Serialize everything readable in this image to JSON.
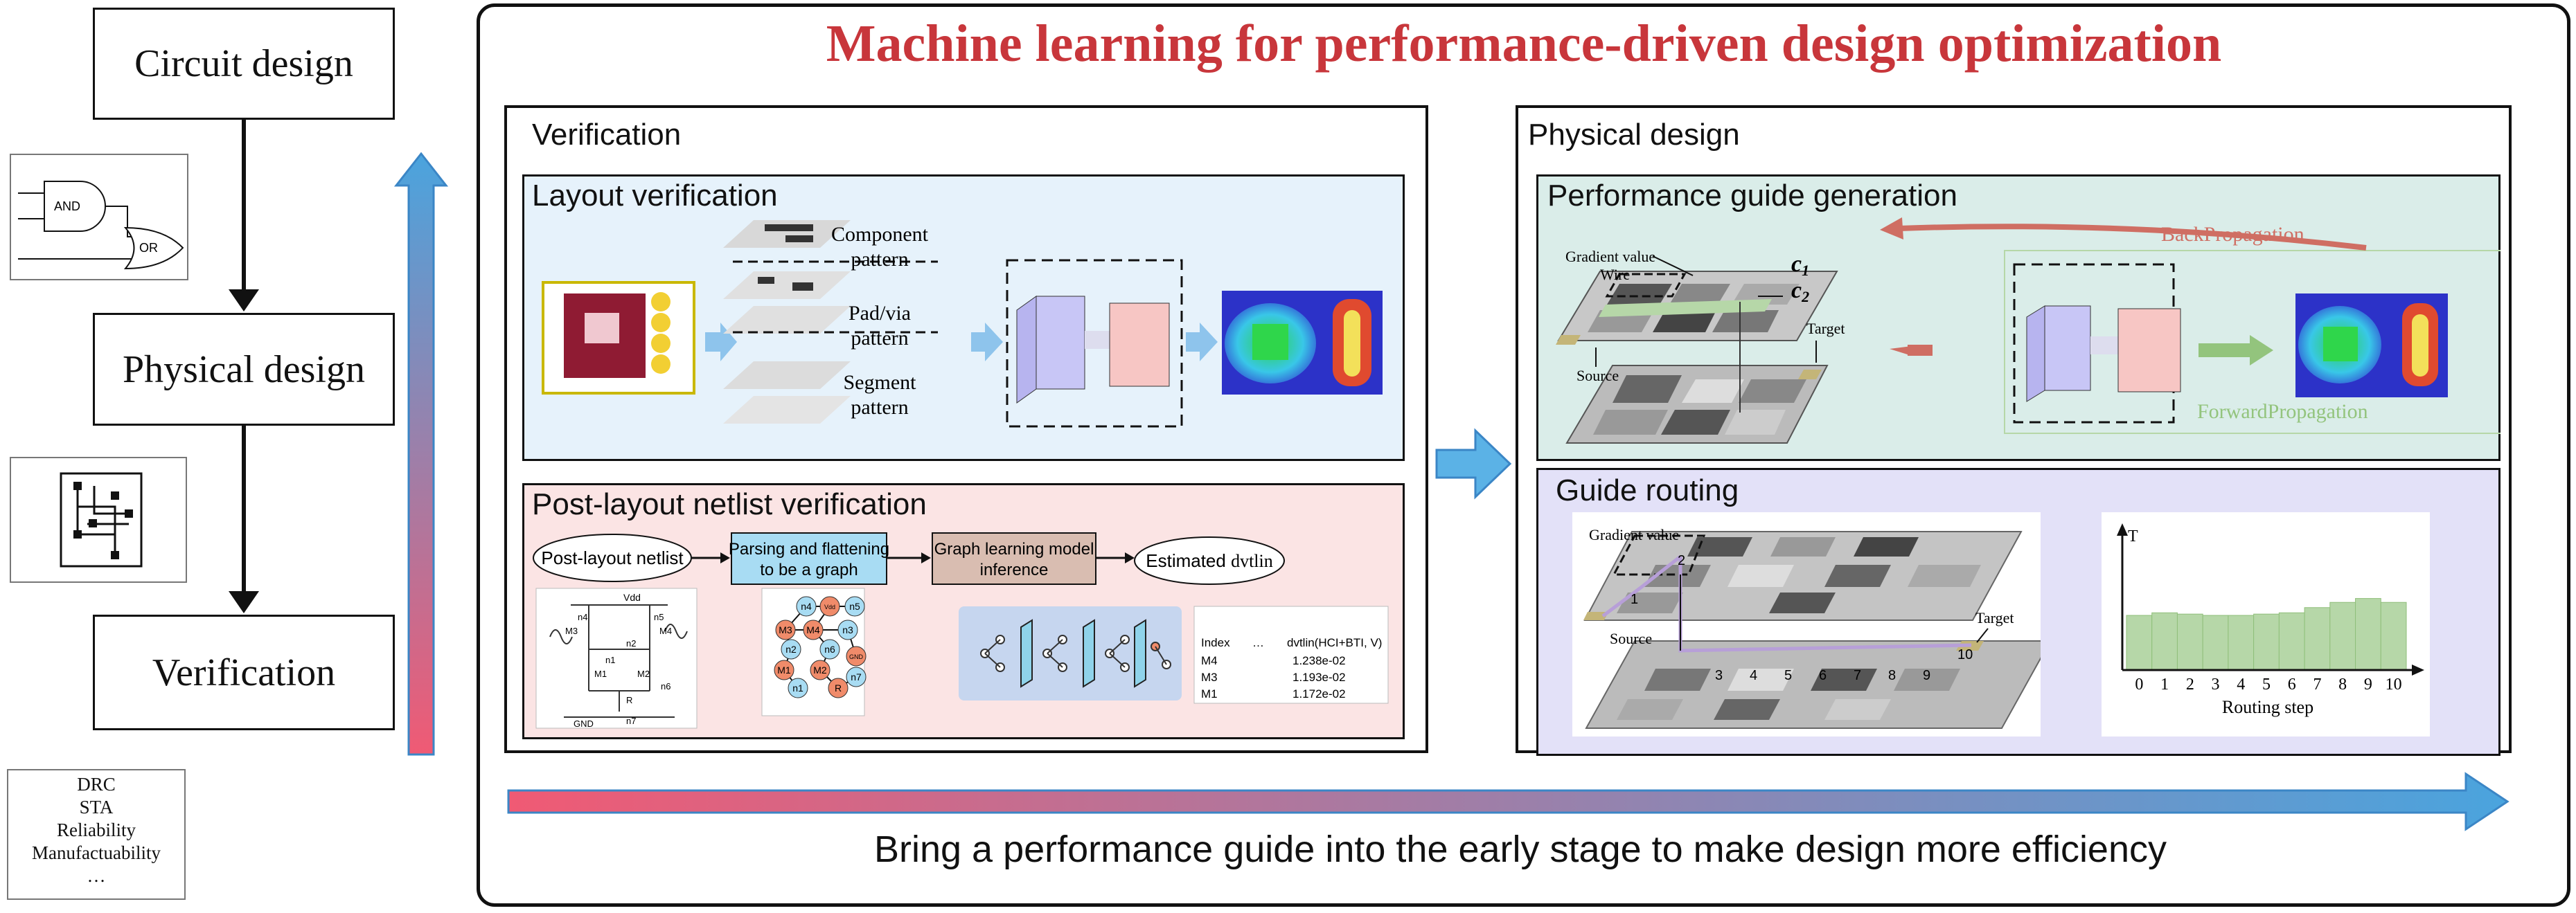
{
  "flow": {
    "circuit_design": "Circuit design",
    "physical_design": "Physical design",
    "verification": "Verification",
    "gate_and": "AND",
    "gate_or": "OR",
    "checks": [
      "DRC",
      "STA",
      "Reliability",
      "Manufactuability",
      "…"
    ]
  },
  "main": {
    "title": "Machine learning for performance-driven design optimization",
    "title_color": "#c8363b",
    "bottom_caption": "Bring a performance guide into the early stage to make design more efficiency"
  },
  "verification": {
    "title": "Verification",
    "layout": {
      "title": "Layout verification",
      "component_pattern": [
        "Component",
        "pattern"
      ],
      "pad_via_pattern": [
        "Pad/via",
        "pattern"
      ],
      "segment_pattern": [
        "Segment",
        "pattern"
      ]
    },
    "netlist": {
      "title": "Post-layout netlist verification",
      "step1": "Post-layout netlist",
      "step2": [
        "Parsing and flattening",
        "to be a graph"
      ],
      "step3": [
        "Graph learning model",
        "inference"
      ],
      "step4_prefix": "Estimated ",
      "step4_var": "dvtlin",
      "circuit_vdd": "Vdd",
      "circuit_gnd": "GND",
      "circuit_labels": [
        "n4",
        "n5",
        "M3",
        "M4",
        "n2",
        "n1",
        "M1",
        "M2",
        "n6",
        "R",
        "n7"
      ],
      "graph_nodes": [
        "n4",
        "Vdd",
        "n5",
        "M3",
        "M4",
        "n2",
        "n6",
        "n3",
        "M1",
        "M2",
        "GND",
        "n1",
        "R",
        "n7"
      ],
      "table_header": [
        "Index",
        "…",
        "dvtlin(HCI+BTI, V)"
      ],
      "table_rows": [
        [
          "M4",
          "1.238e-02"
        ],
        [
          "M3",
          "1.193e-02"
        ],
        [
          "M1",
          "1.172e-02"
        ]
      ]
    }
  },
  "physical": {
    "title": "Physical design",
    "guide_gen": {
      "title": "Performance guide generation",
      "gradient_value": "Gradient value",
      "wire": "Wire",
      "source": "Source",
      "target": "Target",
      "c1": "c",
      "c1_sub": "1",
      "c2": "c",
      "c2_sub": "2",
      "backprop": "BackPropagation",
      "forwardprop": "ForwardPropagation",
      "backprop_color": "#cf6e63",
      "forwardprop_color": "#93c47d"
    },
    "routing": {
      "title": "Guide routing",
      "gradient_value": "Gradient value",
      "source": "Source",
      "target": "Target",
      "steps_top": [
        "1",
        "2"
      ],
      "steps_bottom": [
        "3",
        "4",
        "5",
        "6",
        "7",
        "8",
        "9",
        "10"
      ],
      "chart_ylabel": "T",
      "chart_xlabel": "Routing step"
    }
  },
  "chart_data": {
    "type": "bar",
    "categories": [
      "0",
      "1",
      "2",
      "3",
      "4",
      "5",
      "6",
      "7",
      "8",
      "9",
      "10"
    ],
    "values": [
      0.42,
      0.44,
      0.43,
      0.42,
      0.42,
      0.43,
      0.44,
      0.48,
      0.52,
      0.55,
      0.52
    ],
    "xlabel": "Routing step",
    "ylabel": "T",
    "bar_color": "#b6d7a8"
  }
}
